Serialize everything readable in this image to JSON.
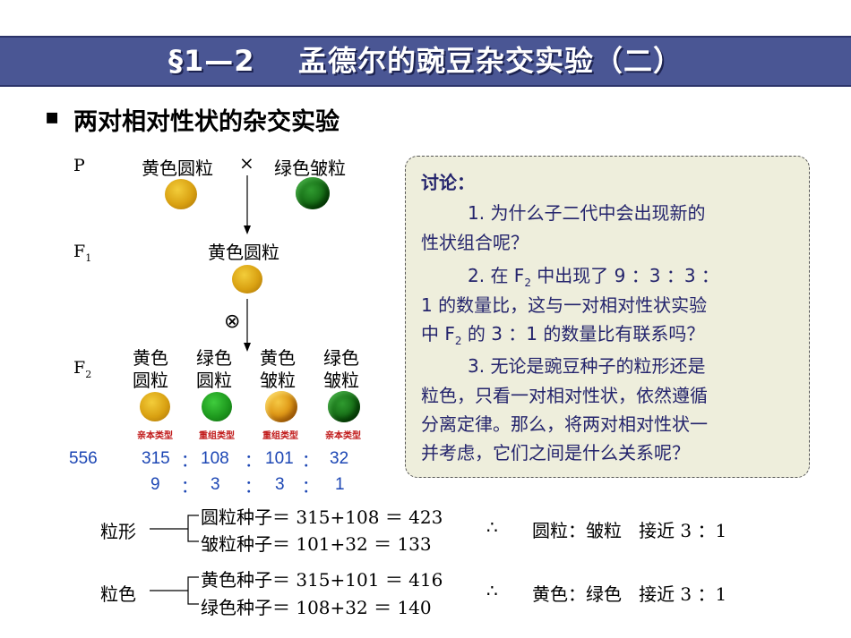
{
  "header": {
    "title": "§1—2    孟德尔的豌豆杂交实验（二）",
    "bullet": "▪",
    "subtitle": "两对相对性状的杂交实验"
  },
  "cross": {
    "p_label": "P",
    "p_parent1": "黄色圆粒",
    "p_cross_sign": "×",
    "p_parent2": "绿色皱粒",
    "f1_label_main": "F",
    "f1_label_sub": "1",
    "f1_phenotype": "黄色圆粒",
    "self_cross_sign": "⊗",
    "f2_label_main": "F",
    "f2_label_sub": "2",
    "f2_classes": [
      {
        "line1": "黄色",
        "line2": "圆粒",
        "type": "亲本类型",
        "count": "315",
        "ratio": "9"
      },
      {
        "line1": "绿色",
        "line2": "圆粒",
        "type": "重组类型",
        "count": "108",
        "ratio": "3"
      },
      {
        "line1": "黄色",
        "line2": "皱粒",
        "type": "重组类型",
        "count": "101",
        "ratio": "3"
      },
      {
        "line1": "绿色",
        "line2": "皱粒",
        "type": "亲本类型",
        "count": "32",
        "ratio": "1"
      }
    ],
    "total": "556",
    "colon": "："
  },
  "discussion": {
    "heading": "讨论：",
    "q1_line1": "1. 为什么子二代中会出现新的",
    "q1_line2": "性状组合呢？",
    "q2_line1_a": "2. 在 F",
    "q2_line1_sub": "2",
    "q2_line1_b": " 中出现了 9 ：3 ：3 ：",
    "q2_line2": "1 的数量比，这与一对相对性状实验",
    "q2_line3_a": "中 F",
    "q2_line3_sub": "2",
    "q2_line3_b": " 的 3 ：1 的数量比有联系吗？",
    "q3_line1": "3. 无论是豌豆种子的粒形还是",
    "q3_line2": "粒色，只看一对相对性状，依然遵循",
    "q3_line3": "分离定律。那么，将两对相对性状一",
    "q3_line4": "并考虑，它们之间是什么关系呢？"
  },
  "analysis": {
    "shape_label": "粒形",
    "shape_round": "圆粒种子＝ 315+108 ＝ 423",
    "shape_wrinkled": "皱粒种子＝ 101+32 ＝ 133",
    "shape_conclusion_sign": "∴",
    "shape_conclusion": "圆粒：皱粒   接近 3 ：1",
    "color_label": "粒色",
    "color_yellow": "黄色种子＝ 315+101 ＝ 416",
    "color_green": "绿色种子＝ 108+32 ＝ 140",
    "color_conclusion_sign": "∴",
    "color_conclusion": "黄色：绿色   接近 3 ：1"
  },
  "colors": {
    "title_bar": "#4a5694",
    "discussion_bg": "#eeeedc",
    "discussion_text": "#24246c",
    "numbers": "#1c46b4",
    "type_tag": "#c01818"
  }
}
